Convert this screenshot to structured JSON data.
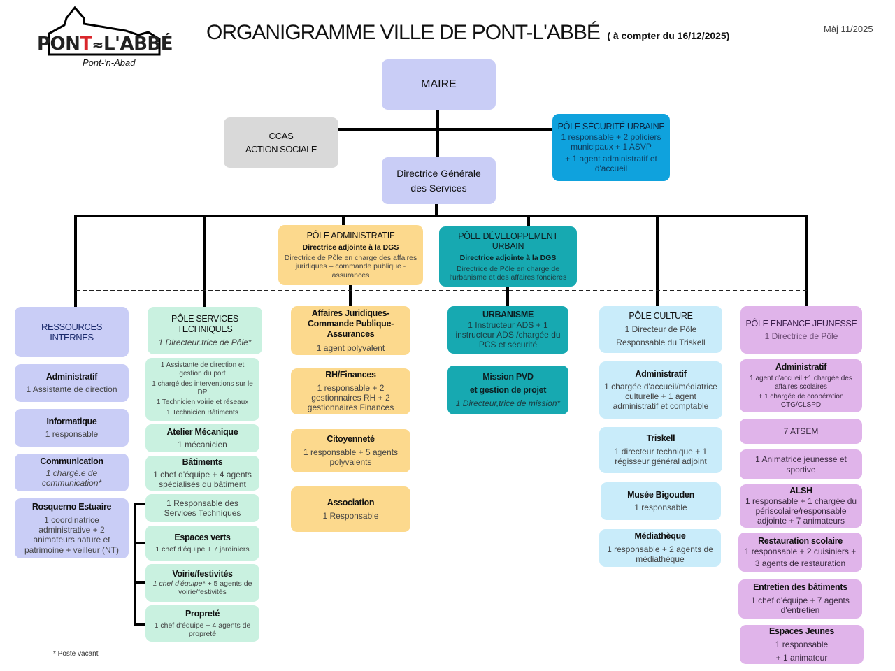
{
  "header": {
    "logo": {
      "name": "PONT-L'ABBÉ",
      "name_left": "PON",
      "name_t": "T",
      "name_right": "L'ABBÉ",
      "tagline": "Pont-'n-Abad"
    },
    "title": "ORGANIGRAMME VILLE DE PONT-L'ABBÉ",
    "subtitle": "( à compter du 16/12/2025)",
    "update": "Màj 11/2025"
  },
  "top": {
    "maire": "MAIRE",
    "ccas": {
      "line1": "CCAS",
      "line2": "ACTION SOCIALE"
    },
    "securite": {
      "title": "PÔLE SÉCURITÉ URBAINE",
      "line1": "1 responsable + 2 policiers municipaux + 1 ASVP",
      "line2": "+ 1 agent administratif et d'accueil"
    },
    "dgs": {
      "line1": "Directrice Générale",
      "line2": "des Services"
    }
  },
  "poles_mid": {
    "administratif": {
      "title": "PÔLE ADMINISTRATIF",
      "role": "Directrice adjointe à la DGS",
      "desc": "Directrice de Pôle en charge des affaires juridiques – commande publique - assurances"
    },
    "developpement": {
      "title": "PÔLE DÉVELOPPEMENT URBAIN",
      "role": "Directrice adjointe à la DGS",
      "desc": "Directrice de Pôle en charge de l'urbanisme et des affaires foncières"
    }
  },
  "columns": {
    "ressources": {
      "head": "RESSOURCES INTERNES",
      "items": [
        {
          "title": "Administratif",
          "text": "1 Assistante de direction"
        },
        {
          "title": "Informatique",
          "text": "1 responsable"
        },
        {
          "title": "Communication",
          "text": "1 chargé.e de communication*"
        },
        {
          "title": "Rosquerno Estuaire",
          "text": "1 coordinatrice administrative + 2 animateurs nature et patrimoine + veilleur (NT)"
        }
      ]
    },
    "techniques": {
      "head": "PÔLE SERVICES TECHNIQUES",
      "head_sub": "1 Directeur.trice  de Pôle*",
      "staff": [
        "1 Assistante de direction et gestion du port",
        "1 chargé des interventions sur le DP",
        "1 Technicien voirie et réseaux",
        "1 Technicien Bâtiments"
      ],
      "items": [
        {
          "title": "Atelier Mécanique",
          "text": "1 mécanicien"
        },
        {
          "title": "Bâtiments",
          "text": "1 chef d'équipe + 4 agents spécialisés du bâtiment"
        },
        {
          "title": "",
          "text": "1 Responsable des Services Techniques"
        },
        {
          "title": "Espaces verts",
          "text": "1 chef d'équipe + 7 jardiniers"
        },
        {
          "title": "Voirie/festivités",
          "text_italic": "1 chef d'équipe*",
          "text": " + 5 agents de voirie/festivités"
        },
        {
          "title": "Propreté",
          "text": "1 chef d'équipe + 4 agents de propreté"
        }
      ]
    },
    "admin": {
      "items": [
        {
          "title": "Affaires Juridiques-Commande Publique-Assurances",
          "text": "1 agent polyvalent"
        },
        {
          "title": "RH/Finances",
          "text": "1 responsable + 2 gestionnaires RH + 2 gestionnaires Finances"
        },
        {
          "title": "Citoyenneté",
          "text": "1 responsable + 5 agents polyvalents"
        },
        {
          "title": "Association",
          "text": "1 Responsable"
        }
      ]
    },
    "urbain": {
      "items": [
        {
          "title": "URBANISME",
          "text": "1 Instructeur ADS + 1 instructeur ADS /chargée du PCS et sécurité"
        },
        {
          "title": "Mission PVD",
          "title2": "et gestion de projet",
          "text": "1 Directeur,trice de mission*"
        }
      ]
    },
    "culture": {
      "head": "PÔLE CULTURE",
      "head_sub1": "1 Directeur de Pôle",
      "head_sub2": "Responsable du Triskell",
      "items": [
        {
          "title": "Administratif",
          "text": "1 chargée d'accueil/médiatrice culturelle + 1 agent administratif et comptable"
        },
        {
          "title": "Triskell",
          "text": "1 directeur technique + 1 régisseur général adjoint"
        },
        {
          "title": "Musée Bigouden",
          "text": "1 responsable"
        },
        {
          "title": "Médiathèque",
          "text": "1 responsable + 2 agents de médiathèque"
        }
      ]
    },
    "enfance": {
      "head": "PÔLE ENFANCE JEUNESSE",
      "head_sub": "1 Directrice de Pôle",
      "items": [
        {
          "title": "Administratif",
          "text": "1 agent d'accueil +1 chargée des affaires scolaires",
          "text2": "+ 1 chargée de coopération CTG/CLSPD"
        },
        {
          "title": "",
          "text": "7 ATSEM"
        },
        {
          "title": "",
          "text": "1 Animatrice jeunesse et sportive"
        },
        {
          "title": "ALSH",
          "text": "1 responsable + 1  chargée du périscolaire/responsable adjointe + 7 animateurs"
        },
        {
          "title": "Restauration scolaire",
          "text": "1 responsable + 2 cuisiniers +",
          "text2": "3 agents de restauration"
        },
        {
          "title": "Entretien des bâtiments",
          "text": "1 chef d'équipe + 7 agents d'entretien"
        },
        {
          "title": "Espaces Jeunes",
          "text": "1 responsable",
          "text2": "+ 1 animateur"
        }
      ]
    }
  },
  "footer": {
    "note": "* Poste vacant"
  }
}
